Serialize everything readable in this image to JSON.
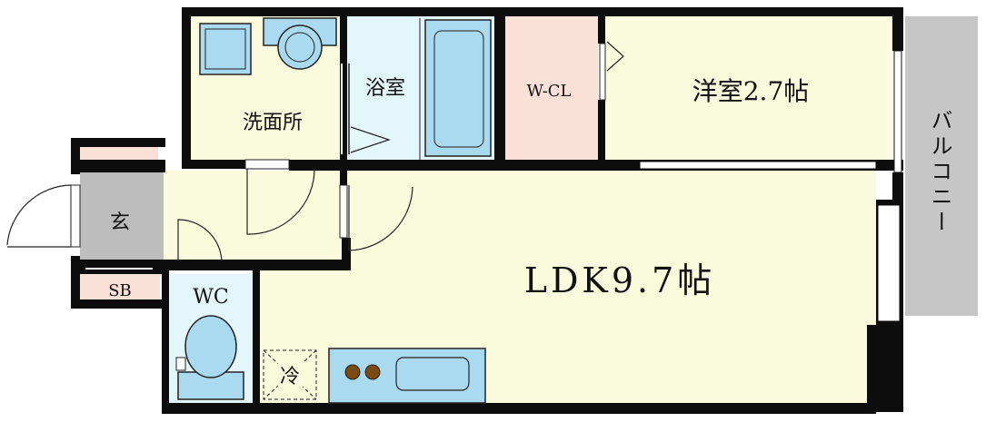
{
  "rooms": {
    "washroom": "洗面所",
    "bathroom": "浴室",
    "walk_in_closet": "W-CL",
    "western_room": "洋室2.7帖",
    "balcony": "バルコニー",
    "entrance": "玄",
    "shoe_box": "SB",
    "toilet": "WC",
    "ldk": "LDK9.7帖",
    "fridge": "冷"
  },
  "colors": {
    "wall": "#0d0d0d",
    "wet_area": "#e3f6fa",
    "living": "#fafadc",
    "closet": "#fbe0d8",
    "entrance": "#bdbdbd",
    "balcony": "#c6c6c6",
    "fixture": "#a9daf0",
    "stove": "#7a4a10"
  }
}
